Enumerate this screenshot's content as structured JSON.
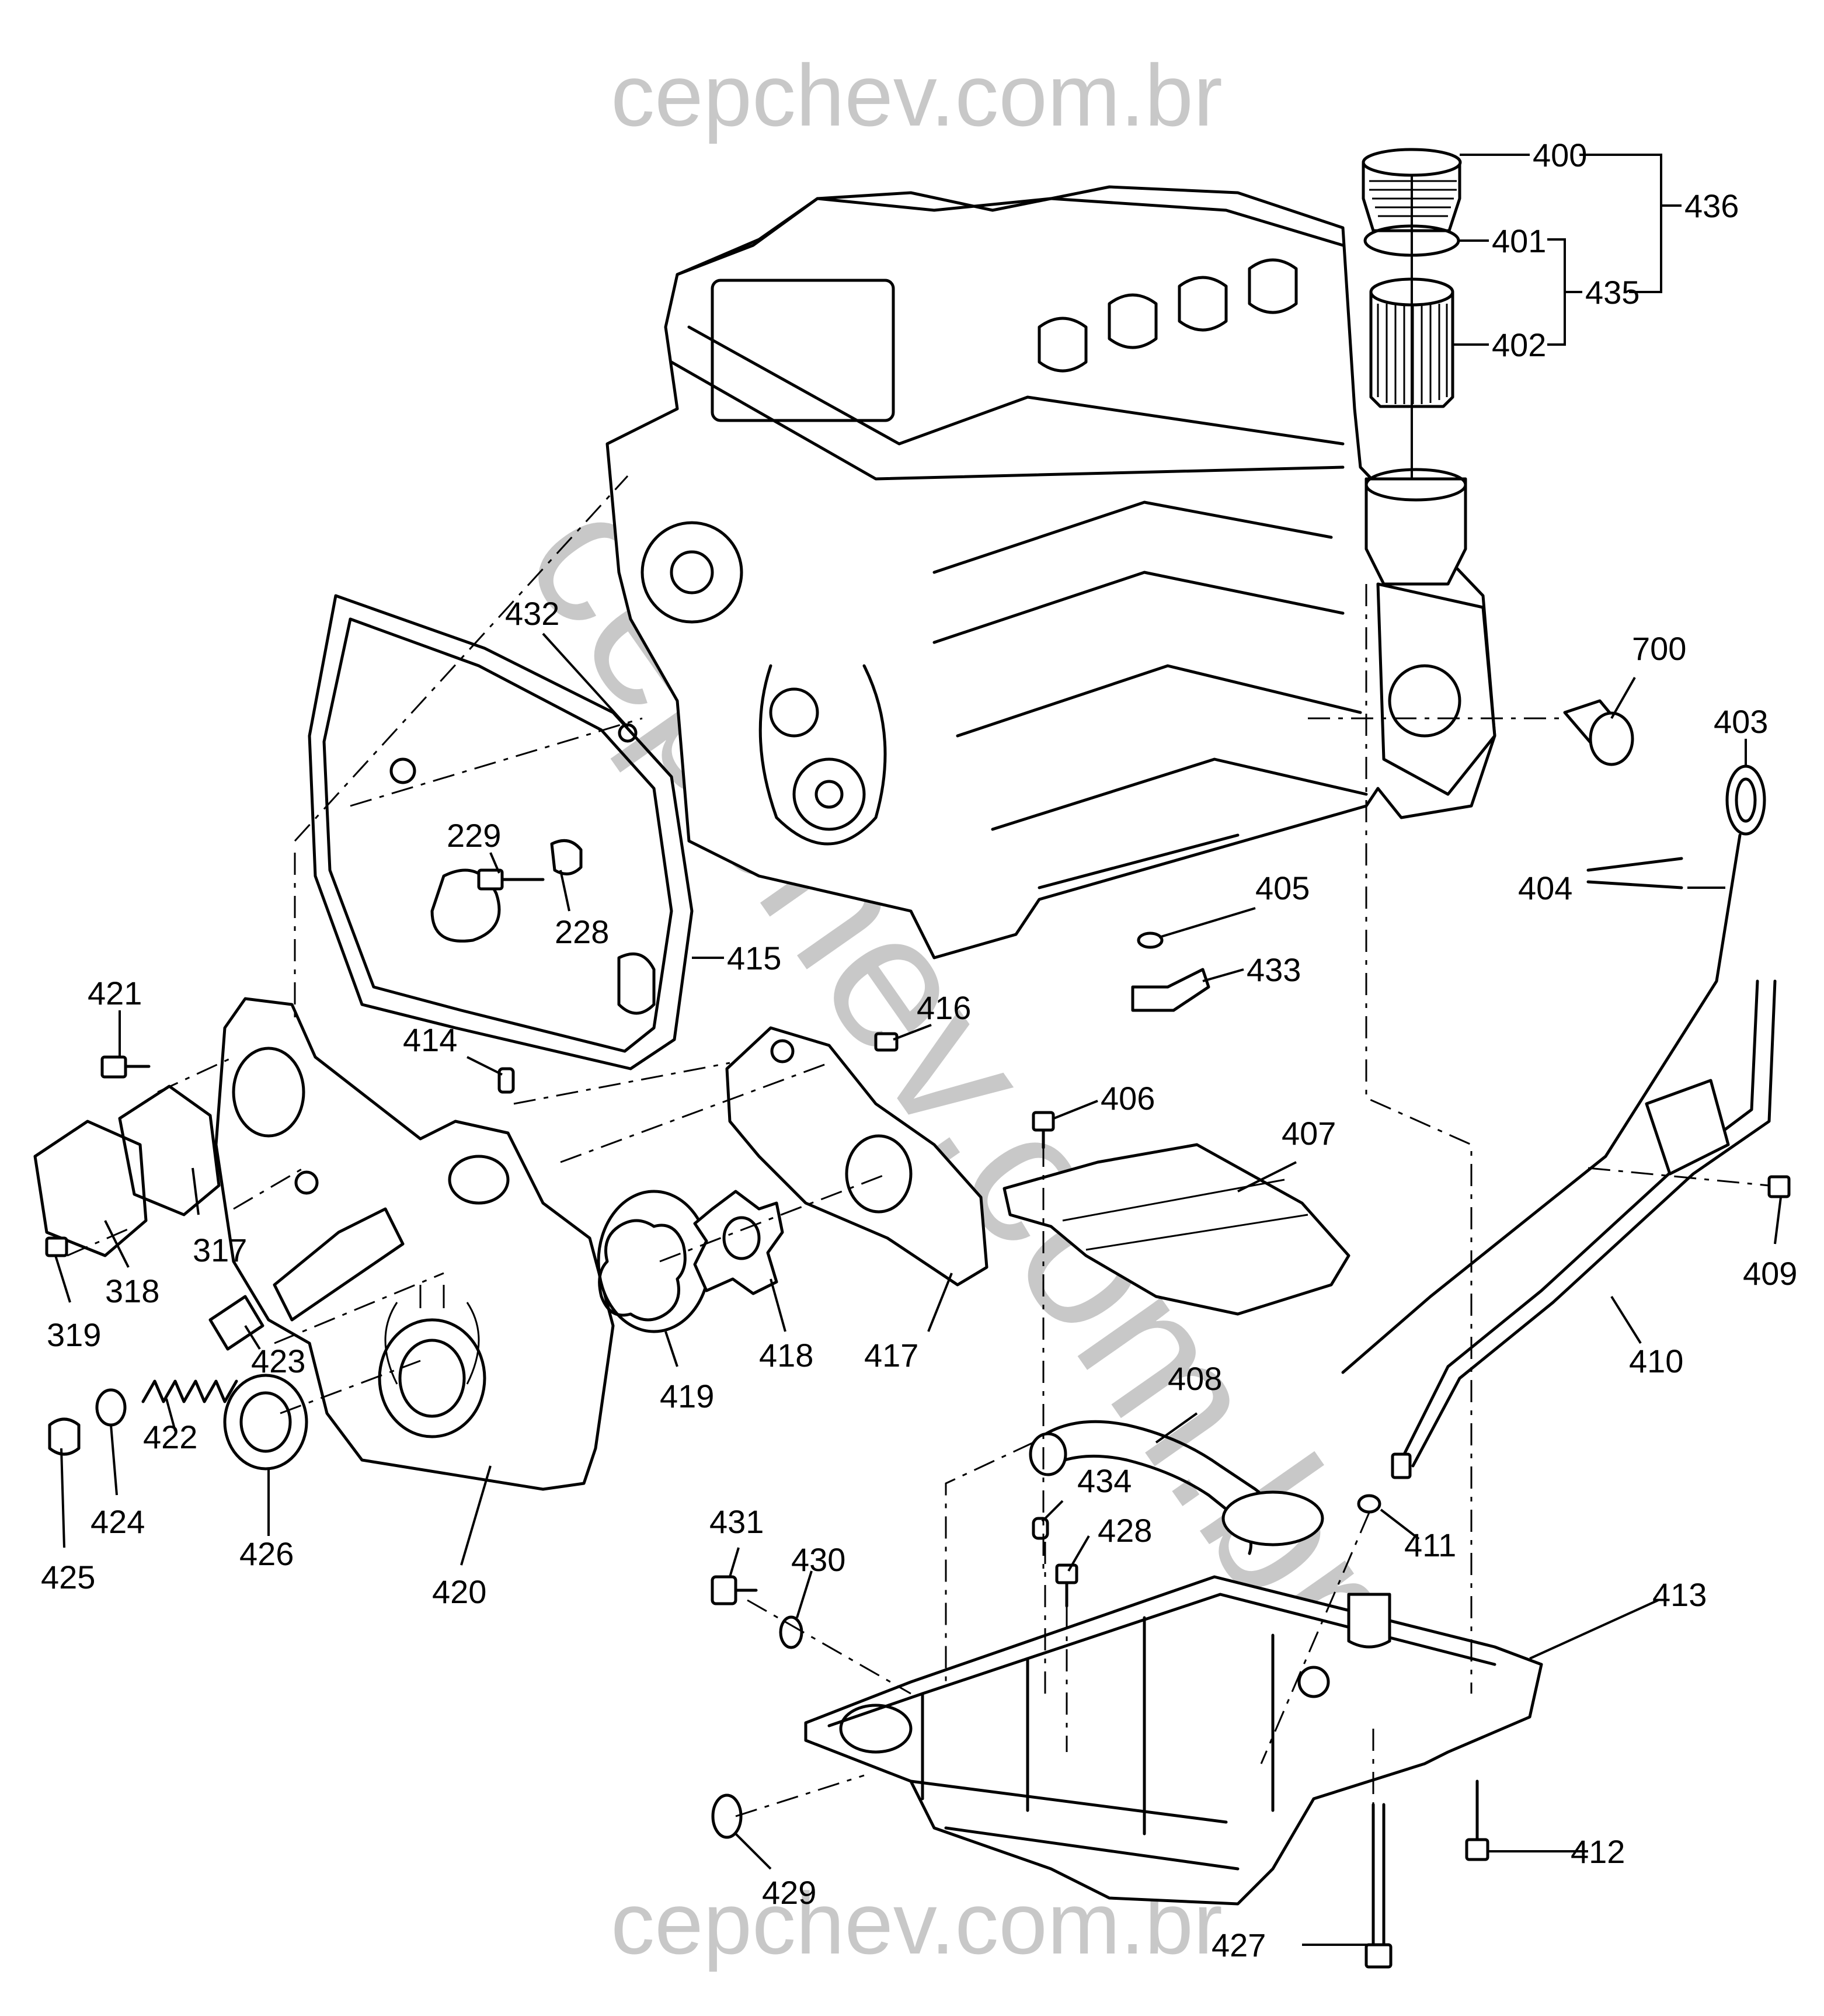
{
  "watermark": {
    "top": "cepchev.com.br",
    "bottom": "cepchev.com.br",
    "diagonal": "cepchev.com.br"
  },
  "callouts": {
    "c400": "400",
    "c401": "401",
    "c402": "402",
    "c435": "435",
    "c436": "436",
    "c700": "700",
    "c403": "403",
    "c404": "404",
    "c405": "405",
    "c433": "433",
    "c432": "432",
    "c229": "229",
    "c228": "228",
    "c415": "415",
    "c421": "421",
    "c414": "414",
    "c416": "416",
    "c406": "406",
    "c407": "407",
    "c409": "409",
    "c410": "410",
    "c317": "317",
    "c318": "318",
    "c319": "319",
    "c423": "423",
    "c422": "422",
    "c424": "424",
    "c425": "425",
    "c426": "426",
    "c420": "420",
    "c419": "419",
    "c418": "418",
    "c417": "417",
    "c408": "408",
    "c434": "434",
    "c428": "428",
    "c411": "411",
    "c431": "431",
    "c430": "430",
    "c413": "413",
    "c412": "412",
    "c429": "429",
    "c427": "427"
  }
}
